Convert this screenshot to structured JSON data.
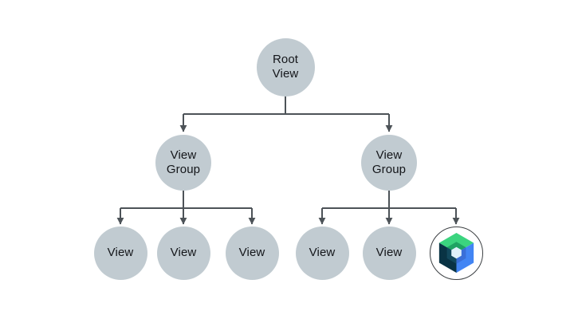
{
  "diagram": {
    "description": "View hierarchy tree diagram",
    "colors": {
      "node_fill": "#C1CBD1",
      "connector": "#4D5358",
      "label": "#14161A",
      "compose_ring_fill": "#FFFFFF",
      "compose_ring_border": "#3C4043",
      "compose_green_outer": "#3BD47F",
      "compose_green_inner": "#1FA363",
      "compose_blue_outer": "#4285F4",
      "compose_blue_inner": "#3A6FD8",
      "compose_navy_outer": "#093344",
      "compose_navy_inner": "#12485C",
      "compose_core": "#DFF1FB"
    },
    "root": {
      "label": "Root\nView"
    },
    "groups": [
      {
        "label": "View\nGroup"
      },
      {
        "label": "View\nGroup"
      }
    ],
    "leaves": [
      {
        "label": "View"
      },
      {
        "label": "View"
      },
      {
        "label": "View"
      },
      {
        "label": "View"
      },
      {
        "label": "View"
      },
      {
        "label": "",
        "icon": "jetpack-compose-logo"
      }
    ]
  }
}
